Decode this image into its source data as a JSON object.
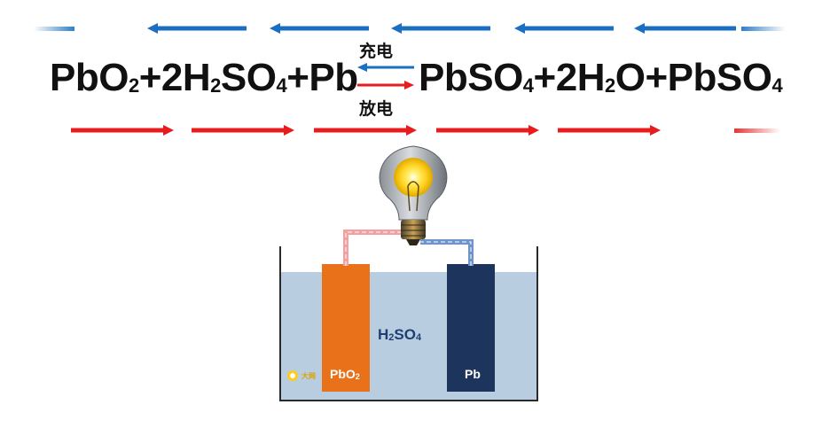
{
  "equation": {
    "reactants": [
      {
        "text": "PbO"
      },
      {
        "sub": "2"
      },
      {
        "text": "+2H"
      },
      {
        "sub": "2"
      },
      {
        "text": "SO"
      },
      {
        "sub": "4"
      },
      {
        "text": "+Pb"
      }
    ],
    "products": [
      {
        "text": "PbSO"
      },
      {
        "sub": "4"
      },
      {
        "text": "+2H"
      },
      {
        "sub": "2"
      },
      {
        "text": "O+PbSO"
      },
      {
        "sub": "4"
      }
    ],
    "charge_label": "充电",
    "discharge_label": "放电"
  },
  "electrodes": {
    "positive": {
      "text": "PbO",
      "sub": "2"
    },
    "negative": {
      "text": "Pb"
    }
  },
  "electrolyte": {
    "text1": "H",
    "sub1": "2",
    "text2": "SO",
    "sub2": "4"
  },
  "watermark": "大网",
  "colors": {
    "charge_arrow": "#1a6fc1",
    "discharge_arrow": "#e81c1c",
    "electrolyte": "#b9cde0",
    "pbo2_plate": "#e8711a",
    "pb_plate": "#1d355c",
    "positive_wire": "#f2a0a0",
    "negative_wire": "#6f95c8",
    "bulb_glow": "#ffe14d"
  },
  "icons": {
    "bulb": "light-bulb-icon",
    "logo": "sun-logo-icon"
  }
}
